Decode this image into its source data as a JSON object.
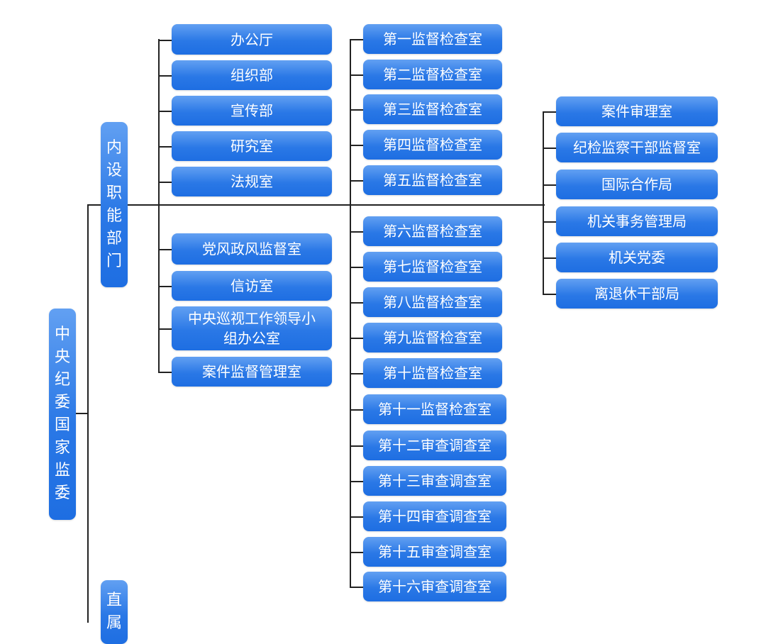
{
  "root": {
    "label": "中央纪委国家监委"
  },
  "branches": {
    "internal": {
      "label": "内设职能部门"
    },
    "direct": {
      "label": "直属"
    }
  },
  "column1": [
    "办公厅",
    "组织部",
    "宣传部",
    "研究室",
    "法规室",
    "党风政风监督室",
    "信访室",
    "中央巡视工作领导小组办公室",
    "案件监督管理室"
  ],
  "column2": [
    "第一监督检查室",
    "第二监督检查室",
    "第三监督检查室",
    "第四监督检查室",
    "第五监督检查室",
    "第六监督检查室",
    "第七监督检查室",
    "第八监督检查室",
    "第九监督检查室",
    "第十监督检查室",
    "第十一监督检查室",
    "第十二审查调查室",
    "第十三审查调查室",
    "第十四审查调查室",
    "第十五审查调查室",
    "第十六审查调查室"
  ],
  "column3": [
    "案件审理室",
    "纪检监察干部监督室",
    "国际合作局",
    "机关事务管理局",
    "机关党委",
    "离退休干部局"
  ],
  "colors": {
    "box_top": "#62a0f2",
    "box_bottom": "#1e6ee2",
    "line": "#222222"
  }
}
